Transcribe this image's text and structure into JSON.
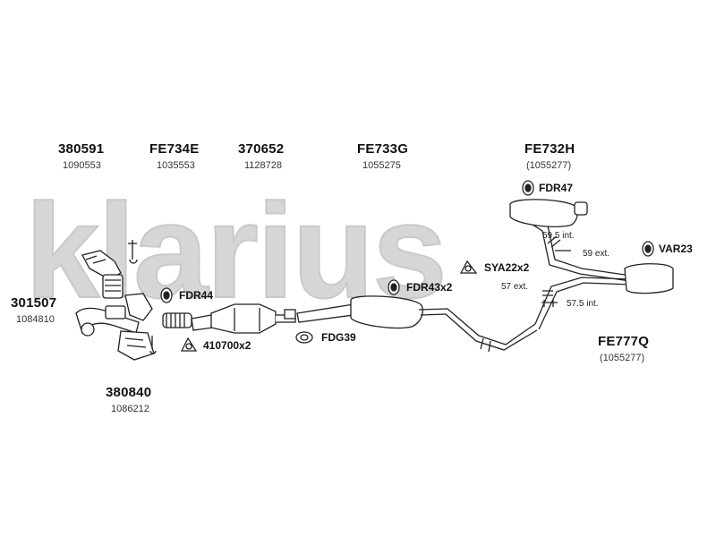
{
  "watermark": "klarius",
  "parts": [
    {
      "code": "380591",
      "ref": "1090553"
    },
    {
      "code": "FE734E",
      "ref": "1035553"
    },
    {
      "code": "370652",
      "ref": "1128728"
    },
    {
      "code": "FE733G",
      "ref": "1055275"
    },
    {
      "code": "FE732H",
      "ref": "(1055277)"
    },
    {
      "code": "301507",
      "ref": "1084810"
    },
    {
      "code": "380840",
      "ref": "1086212"
    },
    {
      "code": "FE777Q",
      "ref": "(1055277)"
    }
  ],
  "accessories": [
    "FDR47",
    "VAR23",
    "SYA22x2",
    "FDR44",
    "FDR43x2",
    "410700x2",
    "FDG39"
  ],
  "dimensions": [
    "59.5 int.",
    "59 ext.",
    "57 ext.",
    "57.5 int."
  ]
}
